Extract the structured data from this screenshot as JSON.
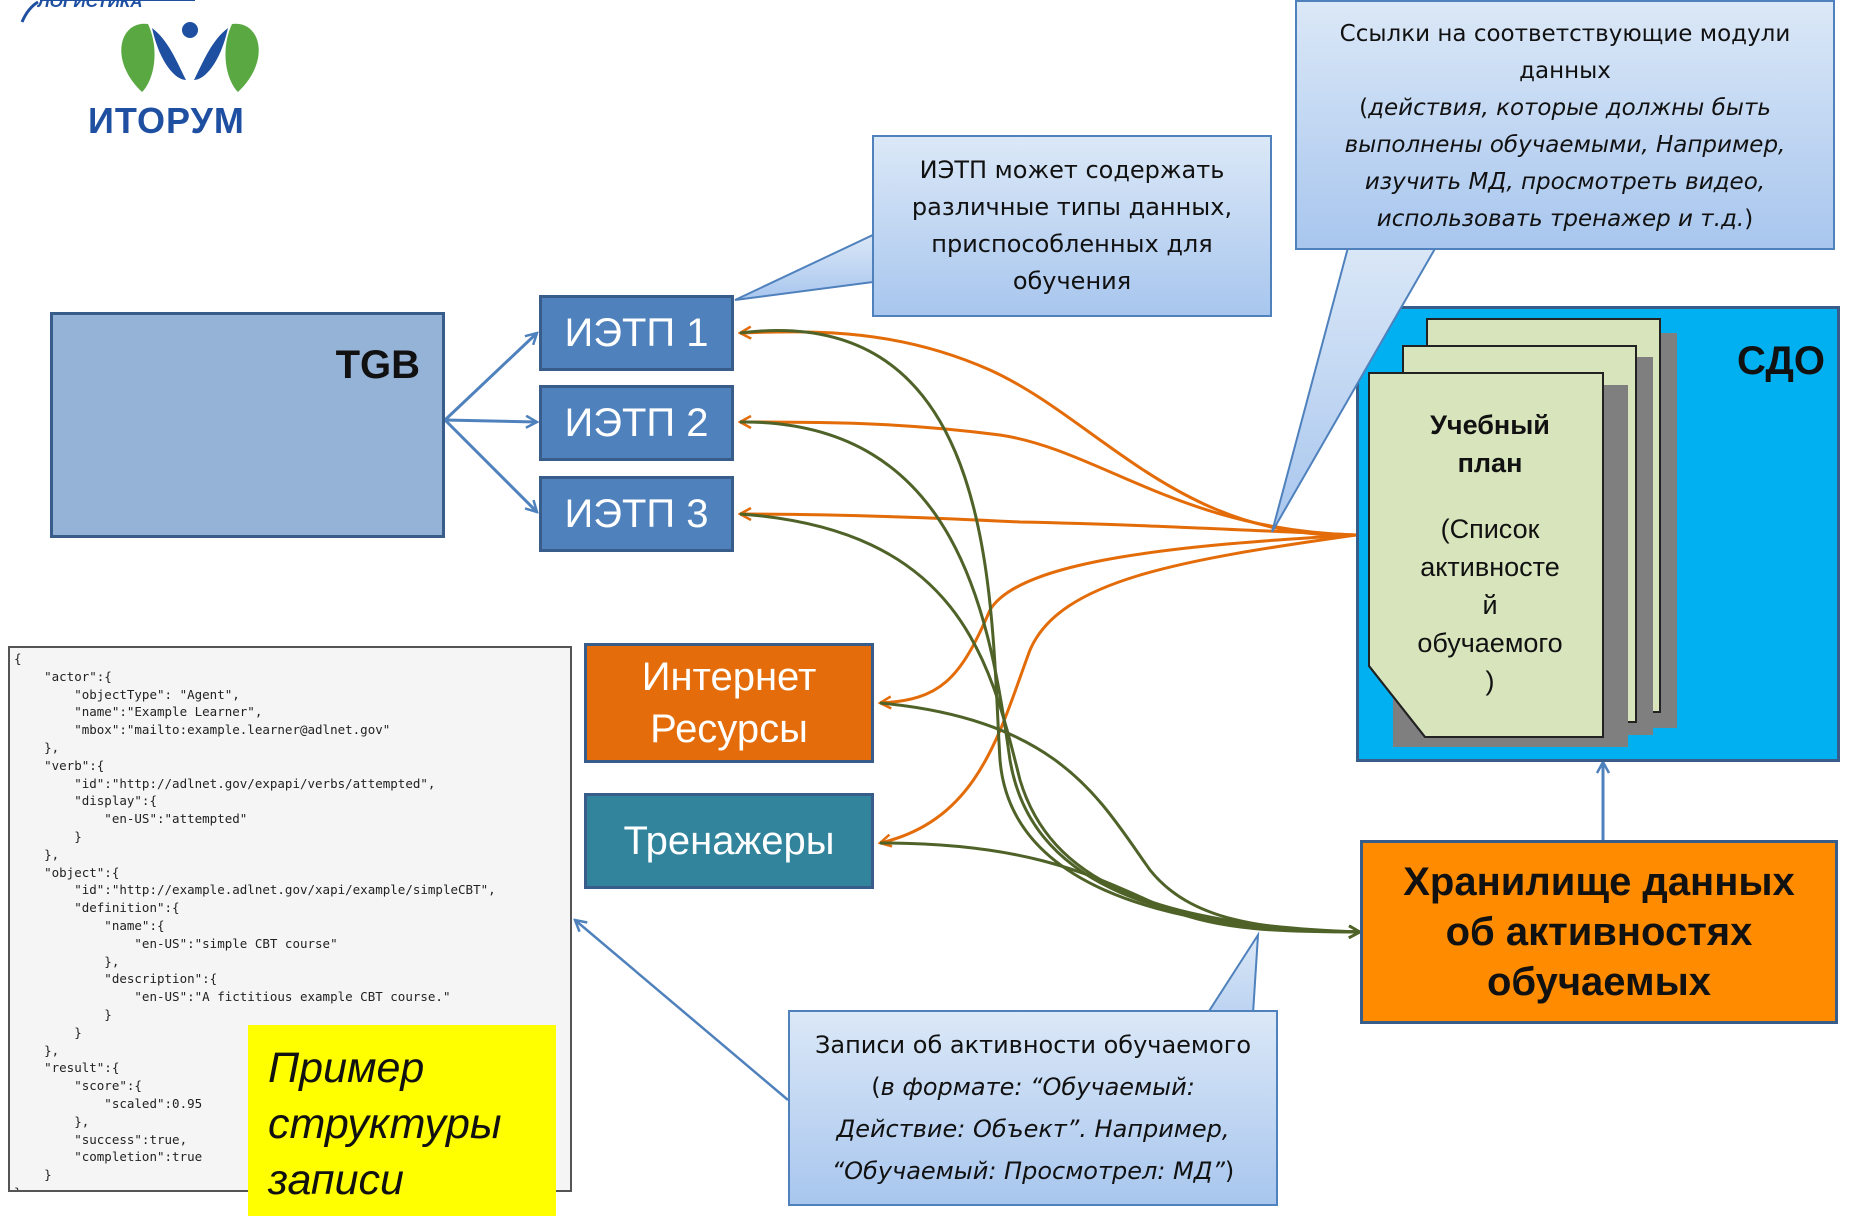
{
  "header": {
    "logo_top": "ЛОГИСТИКА",
    "logo_name": "ИТОРУМ",
    "title_fragment": "..."
  },
  "nodes": {
    "tgb": "TGB",
    "ietp1": "ИЭТП 1",
    "ietp2": "ИЭТП 2",
    "ietp3": "ИЭТП 3",
    "internet": [
      "Интернет",
      "Ресурсы"
    ],
    "trainers": "Тренажеры",
    "sdo": "СДО",
    "plan_title": [
      "Учебный",
      "план"
    ],
    "plan_list": [
      "(Список",
      "активносте",
      "й",
      "обучаемого",
      ")"
    ],
    "storage": [
      "Хранилище данных",
      "об активностях",
      "обучаемых"
    ]
  },
  "callouts": {
    "ietp": [
      "ИЭТП может содержать",
      "различные типы данных,",
      "приспособленных для",
      "обучения"
    ],
    "links": {
      "plain": [
        "Ссылки на соответствующие модули",
        "данных"
      ],
      "italic": [
        "действия, которые должны быть",
        "выполнены обучаемыми, Например,",
        "изучить МД, просмотреть видео,",
        "использовать тренажер и т.д."
      ]
    },
    "records": {
      "plain": "Записи об активности обучаемого",
      "italic": [
        "в формате: “Обучаемый:",
        "Действие: Объект”. Например,",
        "“Обучаемый: Просмотрел: МД”"
      ]
    }
  },
  "example": {
    "label": [
      "Пример",
      "структуры",
      "записи"
    ],
    "code": "{\n    \"actor\":{\n        \"objectType\": \"Agent\",\n        \"name\":\"Example Learner\",\n        \"mbox\":\"mailto:example.learner@adlnet.gov\"\n    },\n    \"verb\":{\n        \"id\":\"http://adlnet.gov/expapi/verbs/attempted\",\n        \"display\":{\n            \"en-US\":\"attempted\"\n        }\n    },\n    \"object\":{\n        \"id\":\"http://example.adlnet.gov/xapi/example/simpleCBT\",\n        \"definition\":{\n            \"name\":{\n                \"en-US\":\"simple CBT course\"\n            },\n            \"description\":{\n                \"en-US\":\"A fictitious example CBT course.\"\n            }\n        }\n    },\n    \"result\":{\n        \"score\":{\n            \"scaled\":0.95\n        },\n        \"success\":true,\n        \"completion\":true\n    }\n}"
  },
  "colors": {
    "blue_box": "#4f81bd",
    "blue_border": "#385d8a",
    "tgb_fill": "#95b3d7",
    "orange_box": "#e46c0a",
    "teal_box": "#31849b",
    "sdo_fill": "#00b0f0",
    "plan_fill": "#d7e4bc",
    "storage_fill": "#ff8c00",
    "orange_line": "#e36c09",
    "green_line": "#4f6228",
    "yellow": "#ffff00",
    "callout_top": "#dbe8f7",
    "callout_bottom": "#a8c6ee",
    "logo_green": "#59a842",
    "logo_blue": "#1e4fa1"
  }
}
